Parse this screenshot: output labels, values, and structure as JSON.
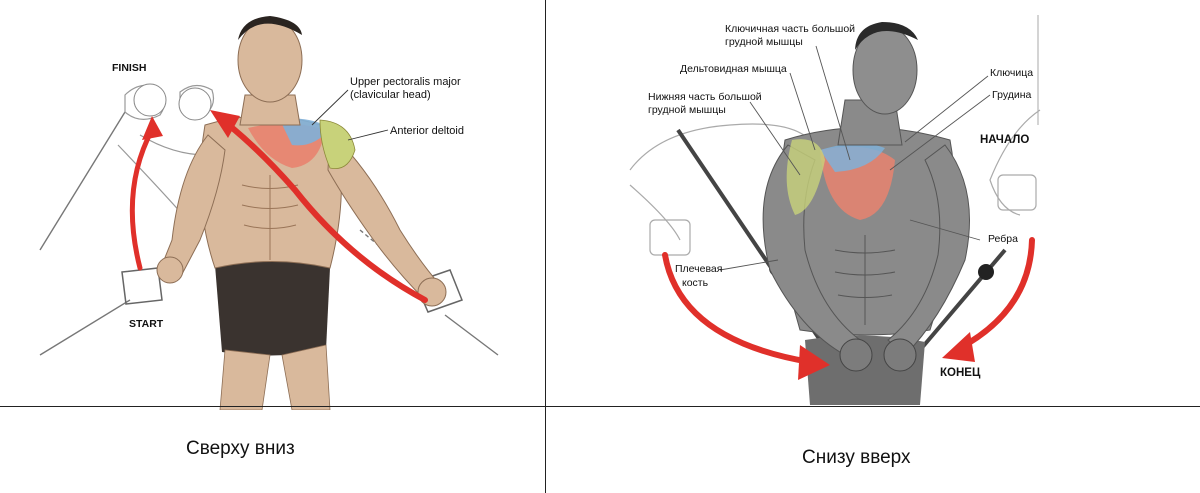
{
  "left_panel": {
    "label_finish": "FINISH",
    "label_start": "START",
    "label_upper_pec_line1": "Upper pectoralis major",
    "label_upper_pec_line2": "(clavicular head)",
    "label_anterior_deltoid": "Anterior deltoid",
    "caption": "Сверху вниз"
  },
  "right_panel": {
    "label_clavicular_line1": "Ключичная часть большой",
    "label_clavicular_line2": "грудной мышцы",
    "label_deltoid": "Дельтовидная мышца",
    "label_lower_pec_line1": "Нижняя часть большой",
    "label_lower_pec_line2": "грудной мышцы",
    "label_clavicle": "Ключица",
    "label_sternum": "Грудина",
    "label_start": "НАЧАЛО",
    "label_ribs": "Ребра",
    "label_humerus_line1": "Плечевая",
    "label_humerus_line2": "кость",
    "label_end": "КОНЕЦ",
    "caption": "Снизу вверх"
  },
  "colors": {
    "arrow_red": "#e0302a",
    "pec_red": "#e8836f",
    "pec_blue": "#7fb0d8",
    "deltoid_yellow": "#c8d27a",
    "skin": "#d9b99c",
    "skin_dark": "#b08c6c",
    "gray_body": "#8a8a8a",
    "shorts": "#3a332f"
  }
}
